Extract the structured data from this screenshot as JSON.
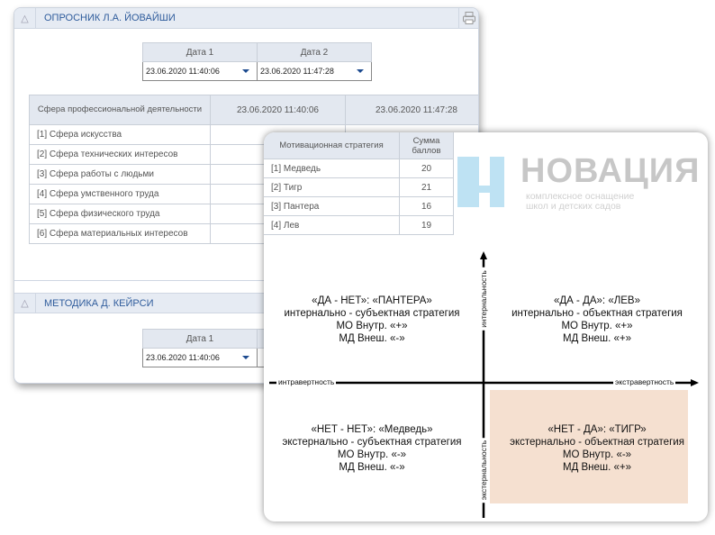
{
  "section1": {
    "title": "ОПРОСНИК Л.А. ЙОВАЙШИ",
    "date1_label": "Дата 1",
    "date2_label": "Дата 2",
    "date1_value": "23.06.2020 11:40:06",
    "date2_value": "23.06.2020 11:47:28",
    "table": {
      "headers": [
        "Сфера профессиональной деятельности",
        "23.06.2020 11:40:06",
        "23.06.2020 11:47:28"
      ],
      "rows": [
        "[1] Сфера искусства",
        "[2] Сфера технических интересов",
        "[3] Сфера работы с людьми",
        "[4] Сфера умственного труда",
        "[5] Сфера физического труда",
        "[6] Сфера материальных интересов"
      ]
    }
  },
  "section2": {
    "title": "МЕТОДИКА Д. КЕЙРСИ",
    "date1_label": "Дата 1",
    "date1_value": "23.06.2020 11:40:06"
  },
  "motivation": {
    "headers": [
      "Мотивационная стратегия",
      "Сумма баллов"
    ],
    "rows": [
      {
        "name": "[1] Медведь",
        "score": "20"
      },
      {
        "name": "[2] Тигр",
        "score": "21"
      },
      {
        "name": "[3] Пантера",
        "score": "16"
      },
      {
        "name": "[4] Лев",
        "score": "19"
      }
    ]
  },
  "diagram": {
    "axis_top": "интернальность",
    "axis_bottom": "экстернальность",
    "axis_left": "интравертность",
    "axis_right": "экстравертность",
    "quadrants": {
      "top_left": [
        "«ДА - НЕТ»: «ПАНТЕРА»",
        "интернально - субъектная  стратегия",
        "МО Внутр. «+»",
        "МД Внеш. «-»"
      ],
      "top_right": [
        "«ДА - ДА»:  «ЛЕВ»",
        "интернально - объектная  стратегия",
        "МО Внутр. «+»",
        "МД Внеш. «+»"
      ],
      "bottom_left": [
        "«НЕТ - НЕТ»:  «Медведь»",
        "экстернально - субъектная  стратегия",
        "МО Внутр. «-»",
        "МД Внеш. «-»"
      ],
      "bottom_right": [
        "«НЕТ - ДА»:  «ТИГР»",
        "экстернально - объектная  стратегия",
        "МО Внутр. «-»",
        "МД Внеш. «+»"
      ]
    },
    "highlight_color": "#f5e0d0"
  },
  "watermark": {
    "brand": "НОВАЦИЯ",
    "tagline1": "комплексное оснащение",
    "tagline2": "школ и детских садов"
  }
}
